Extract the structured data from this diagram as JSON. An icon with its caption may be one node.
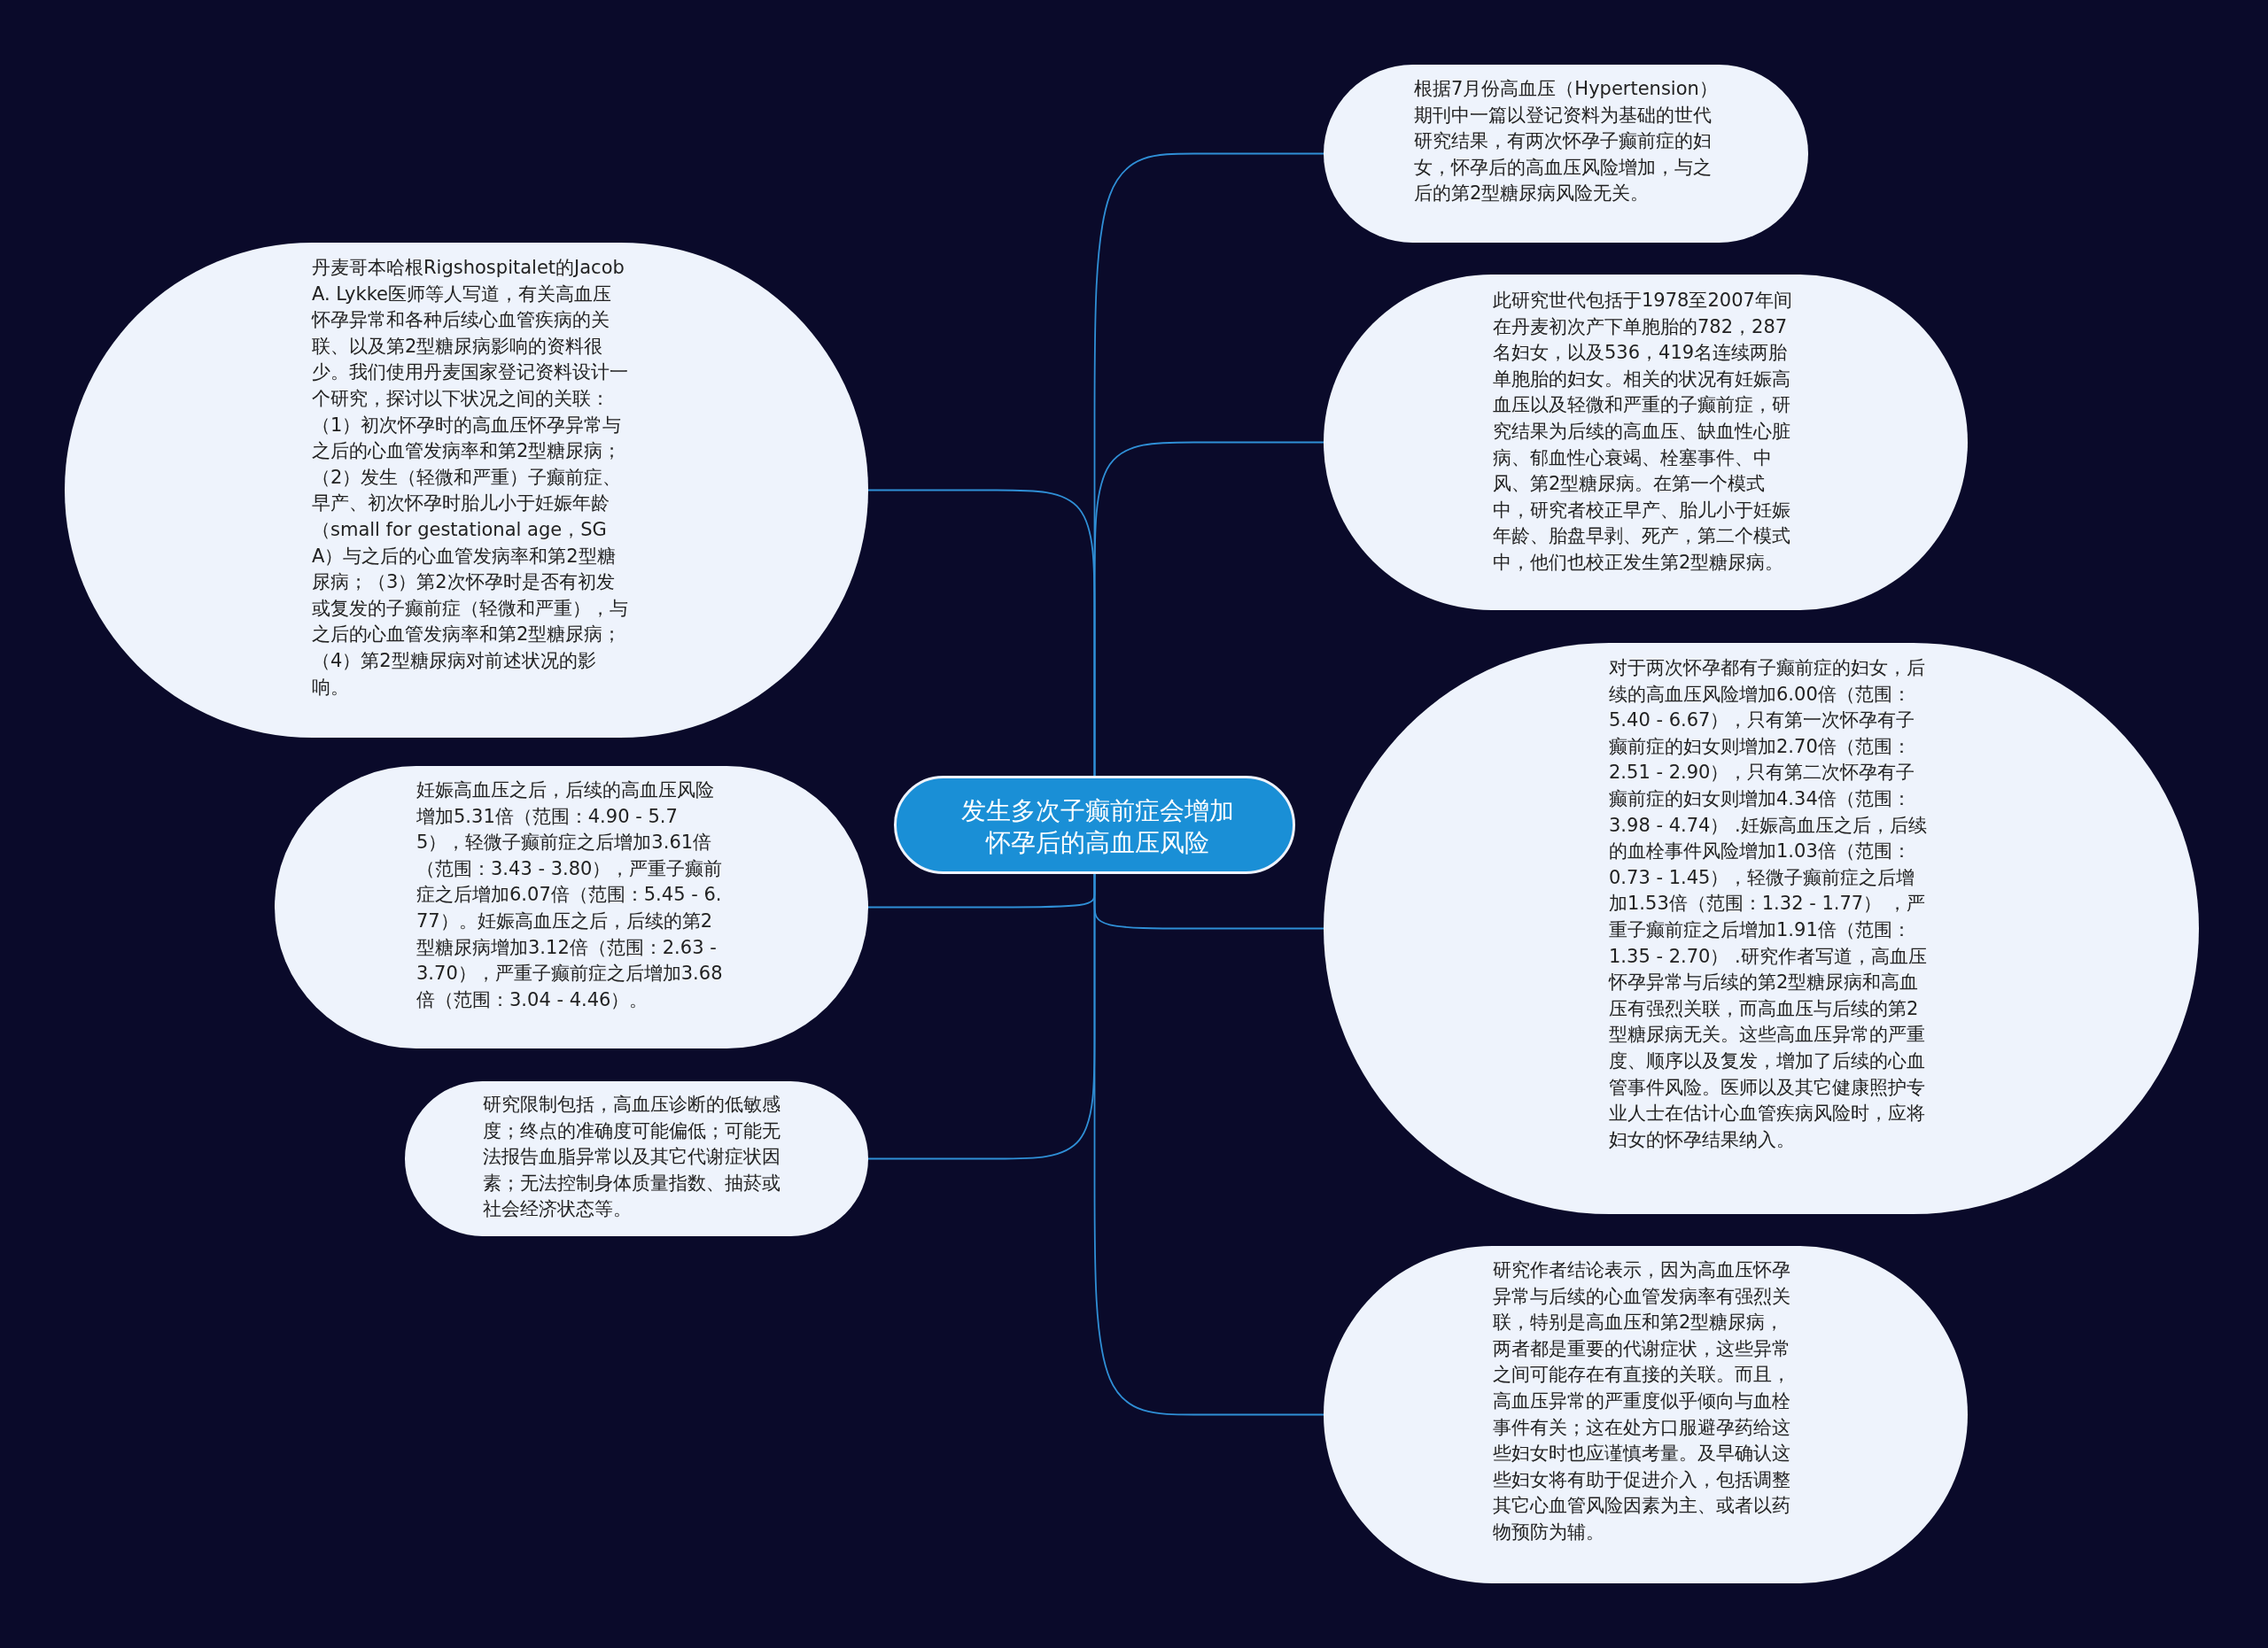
{
  "diagram": {
    "nodes": [
      {
        "text": [
          "发生多次子癫前症会增加怀孕后的高血压风险"
        ]
      },
      {
        "text": [
          "根据7月份高血压（Hypertension）期刊中一篇以登记资料为基础的世代研究结果，有两次怀孕子癫前症的妇女，怀孕后的高血压风险增加，与之后的第2型糖尿病风险无关。"
        ]
      },
      {
        "text": [
          "此研究世代包括于1978至2007年间在丹麦初次产下单胞胎的782，287名妇女，以及536，419名连续两胎单胞胎的妇女。相关的状况有妊娠高血压以及轻微和严重的子癫前症，研究结果为后续的高血压、缺血性心脏病、郁血性心衰竭、栓塞事件、中风、第2型糖尿病。在第一个模式中，研究者校正早产、胎儿小于妊娠年龄、胎盘早剥、死产，第二个模式中，他们也校正发生第2型糖尿病。"
        ]
      },
      {
        "text": [
          "对于两次怀孕都有子癫前症的妇女，后续的高血压风险增加6.00倍（范围：5.40 - 6.67），只有第一次怀孕有子癫前症的妇女则增加2.70倍（范围：2.51 - 2.90），只有第二次怀孕有子癫前症的妇女则增加4.34倍（范围： 3.98 - 4.74） .妊娠高血压之后，后续的血栓事件风险增加1.03倍（范围：0.73 - 1.45），轻微子癫前症之后增加1.53倍（范围：1.32 - 1.77） ，严重子癫前症之后增加1.91倍（范围：1.35 - 2.70） .研究作者写道，高血压怀孕异常与后续的第2型糖尿病和高血压有强烈关联，而高血压与后续的第2型糖尿病无关。这些高血压异常的严重度、顺序以及复发，增加了后续的心血管事件风险。医师以及其它健康照护专业人士在估计心血管疾病风险时，应将妇女的怀孕结果纳入。"
        ]
      },
      {
        "text": [
          "研究作者结论表示，因为高血压怀孕异常与后续的心血管发病率有强烈关联，特别是高血压和第2型糖尿病，两者都是重要的代谢症状，这些异常之间可能存在有直接的关联。而且，高血压异常的严重度似乎倾向与血栓事件有关；这在处方口服避孕药给这些妇女时也应谨慎考量。及早确认这些妇女将有助于促进介入，包括调整其它心血管风险因素为主、或者以药物预防为辅。"
        ]
      },
      {
        "text": [
          "丹麦哥本哈根Rigshospitalet的Jacob A. Lykke医师等人写道，有关高血压怀孕异常和各种后续心血管疾病的关联、以及第2型糖尿病影响的资料很少。我们使用丹麦国家登记资料设计一个研究，探讨以下状况之间的关联：（1）初次怀孕时的高血压怀孕异常与之后的心血管发病率和第2型糖尿病；（2）发生（轻微和严重）子癫前症、早产、初次怀孕时胎儿小于妊娠年龄（small for gestational age，SGA）与之后的心血管发病率和第2型糖尿病；（3）第2次怀孕时是否有初发或复发的子癫前症（轻微和严重），与之后的心血管发病率和第2型糖尿病；（4）第2型糖尿病对前述状况的影响。"
        ]
      },
      {
        "text": [
          "妊娠高血压之后，后续的高血压风险增加5.31倍（范围：4.90 - 5.75），轻微子癫前症之后增加3.61倍（范围：3.43 - 3.80），严重子癫前症之后增加6.07倍（范围：5.45 - 6.77）。妊娠高血压之后，后续的第2型糖尿病增加3.12倍（范围：2.63 - 3.70），严重子癫前症之后增加3.68倍（范围：3.04 - 4.46）。"
        ]
      },
      {
        "text": [
          "研究限制包括，高血压诊断的低敏感度；终点的准确度可能偏低；可能无法报告血脂异常以及其它代谢症状因素；无法控制身体质量指数、抽菸或社会经济状态等。"
        ]
      }
    ],
    "edges": [
      {
        "from": 0,
        "to": 1,
        "arrow": "none"
      },
      {
        "from": 0,
        "to": 2,
        "arrow": "none"
      },
      {
        "from": 0,
        "to": 3,
        "arrow": "none"
      },
      {
        "from": 0,
        "to": 4,
        "arrow": "none"
      },
      {
        "from": 0,
        "to": 5,
        "arrow": "none"
      },
      {
        "from": 0,
        "to": 6,
        "arrow": "none"
      },
      {
        "from": 0,
        "to": 7,
        "arrow": "none"
      }
    ]
  }
}
